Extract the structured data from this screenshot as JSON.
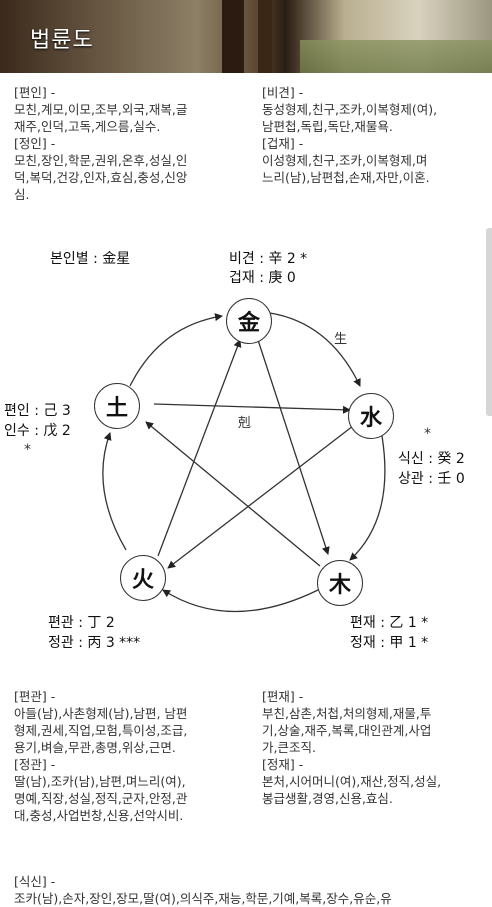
{
  "header": {
    "title": "법륜도"
  },
  "top_left": {
    "pyeonin_head": "[편인] -",
    "pyeonin_lines": [
      "모친,계모,이모,조부,외국,재복,글",
      "재주,인덕,고독,게으름,실수."
    ],
    "jeongin_head": "[정인] -",
    "jeongin_lines": [
      "모친,장인,학문,권위,온후,성실,인",
      "덕,복덕,건강,인자,효심,충성,신앙",
      "심."
    ]
  },
  "top_right": {
    "bigyeon_head": "[비견] -",
    "bigyeon_lines": [
      "동성형제,친구,조카,이복형제(여),",
      "남편첩,독립,독단,재물욕."
    ],
    "geobjae_head": "[겁재] -",
    "geobjae_lines": [
      "이성형제,친구,조카,이복형제,며",
      "느리(남),남편첩,손재,자만,이혼."
    ]
  },
  "diagram": {
    "bonin": "본인별 : 金星",
    "node_metal": "金",
    "node_water": "水",
    "node_wood": "木",
    "node_fire": "火",
    "node_earth": "土",
    "sheng": "生",
    "ke": "剋",
    "metal_line1": "비견 : 辛 2 *",
    "metal_line2": "겁재 : 庚 0",
    "earth_line1": "편인 : 己 3",
    "earth_line2": "인수 : 戊 2",
    "earth_star": "*",
    "water_star": "*",
    "water_line1": "식신 : 癸 2",
    "water_line2": "상관 : 壬 0",
    "fire_line1": "편관 : 丁 2",
    "fire_line2": "정관 : 丙 3 ***",
    "wood_line1": "편재 : 乙 1 *",
    "wood_line2": "정재 : 甲 1 *"
  },
  "bottom_left": {
    "pyeongwan_head": "[편관] -",
    "pyeongwan_lines": [
      "아들(남),사촌형제(남),남편, 남편",
      "형제,권세,직업,모험,특이성,조급,",
      "용기,벼슬,무관,총명,위상,근면."
    ],
    "jeonggwan_head": "[정관] -",
    "jeonggwan_lines": [
      "딸(남),조카(남),남편,며느리(여),",
      "명예,직장,성실,정직,군자,안정,관",
      "대,충성,사업번창,신용,선악시비."
    ]
  },
  "bottom_right": {
    "pyeonjae_head": "[편재] -",
    "pyeonjae_lines": [
      "부친,삼촌,처첩,처의형제,재물,투",
      "기,상술,재주,복록,대인관계,사업",
      "가,큰조직."
    ],
    "jeongjae_head": "[정재] -",
    "jeongjae_lines": [
      "본처,시어머니(여),재산,정직,성실,",
      "봉급생활,경영,신용,효심."
    ]
  },
  "bottom": {
    "siksin_head": "[식신] -",
    "siksin_line": "조카(남),손자,장인,장모,딸(여),의식주,재능,학문,기예,복록,장수,유순,유"
  }
}
